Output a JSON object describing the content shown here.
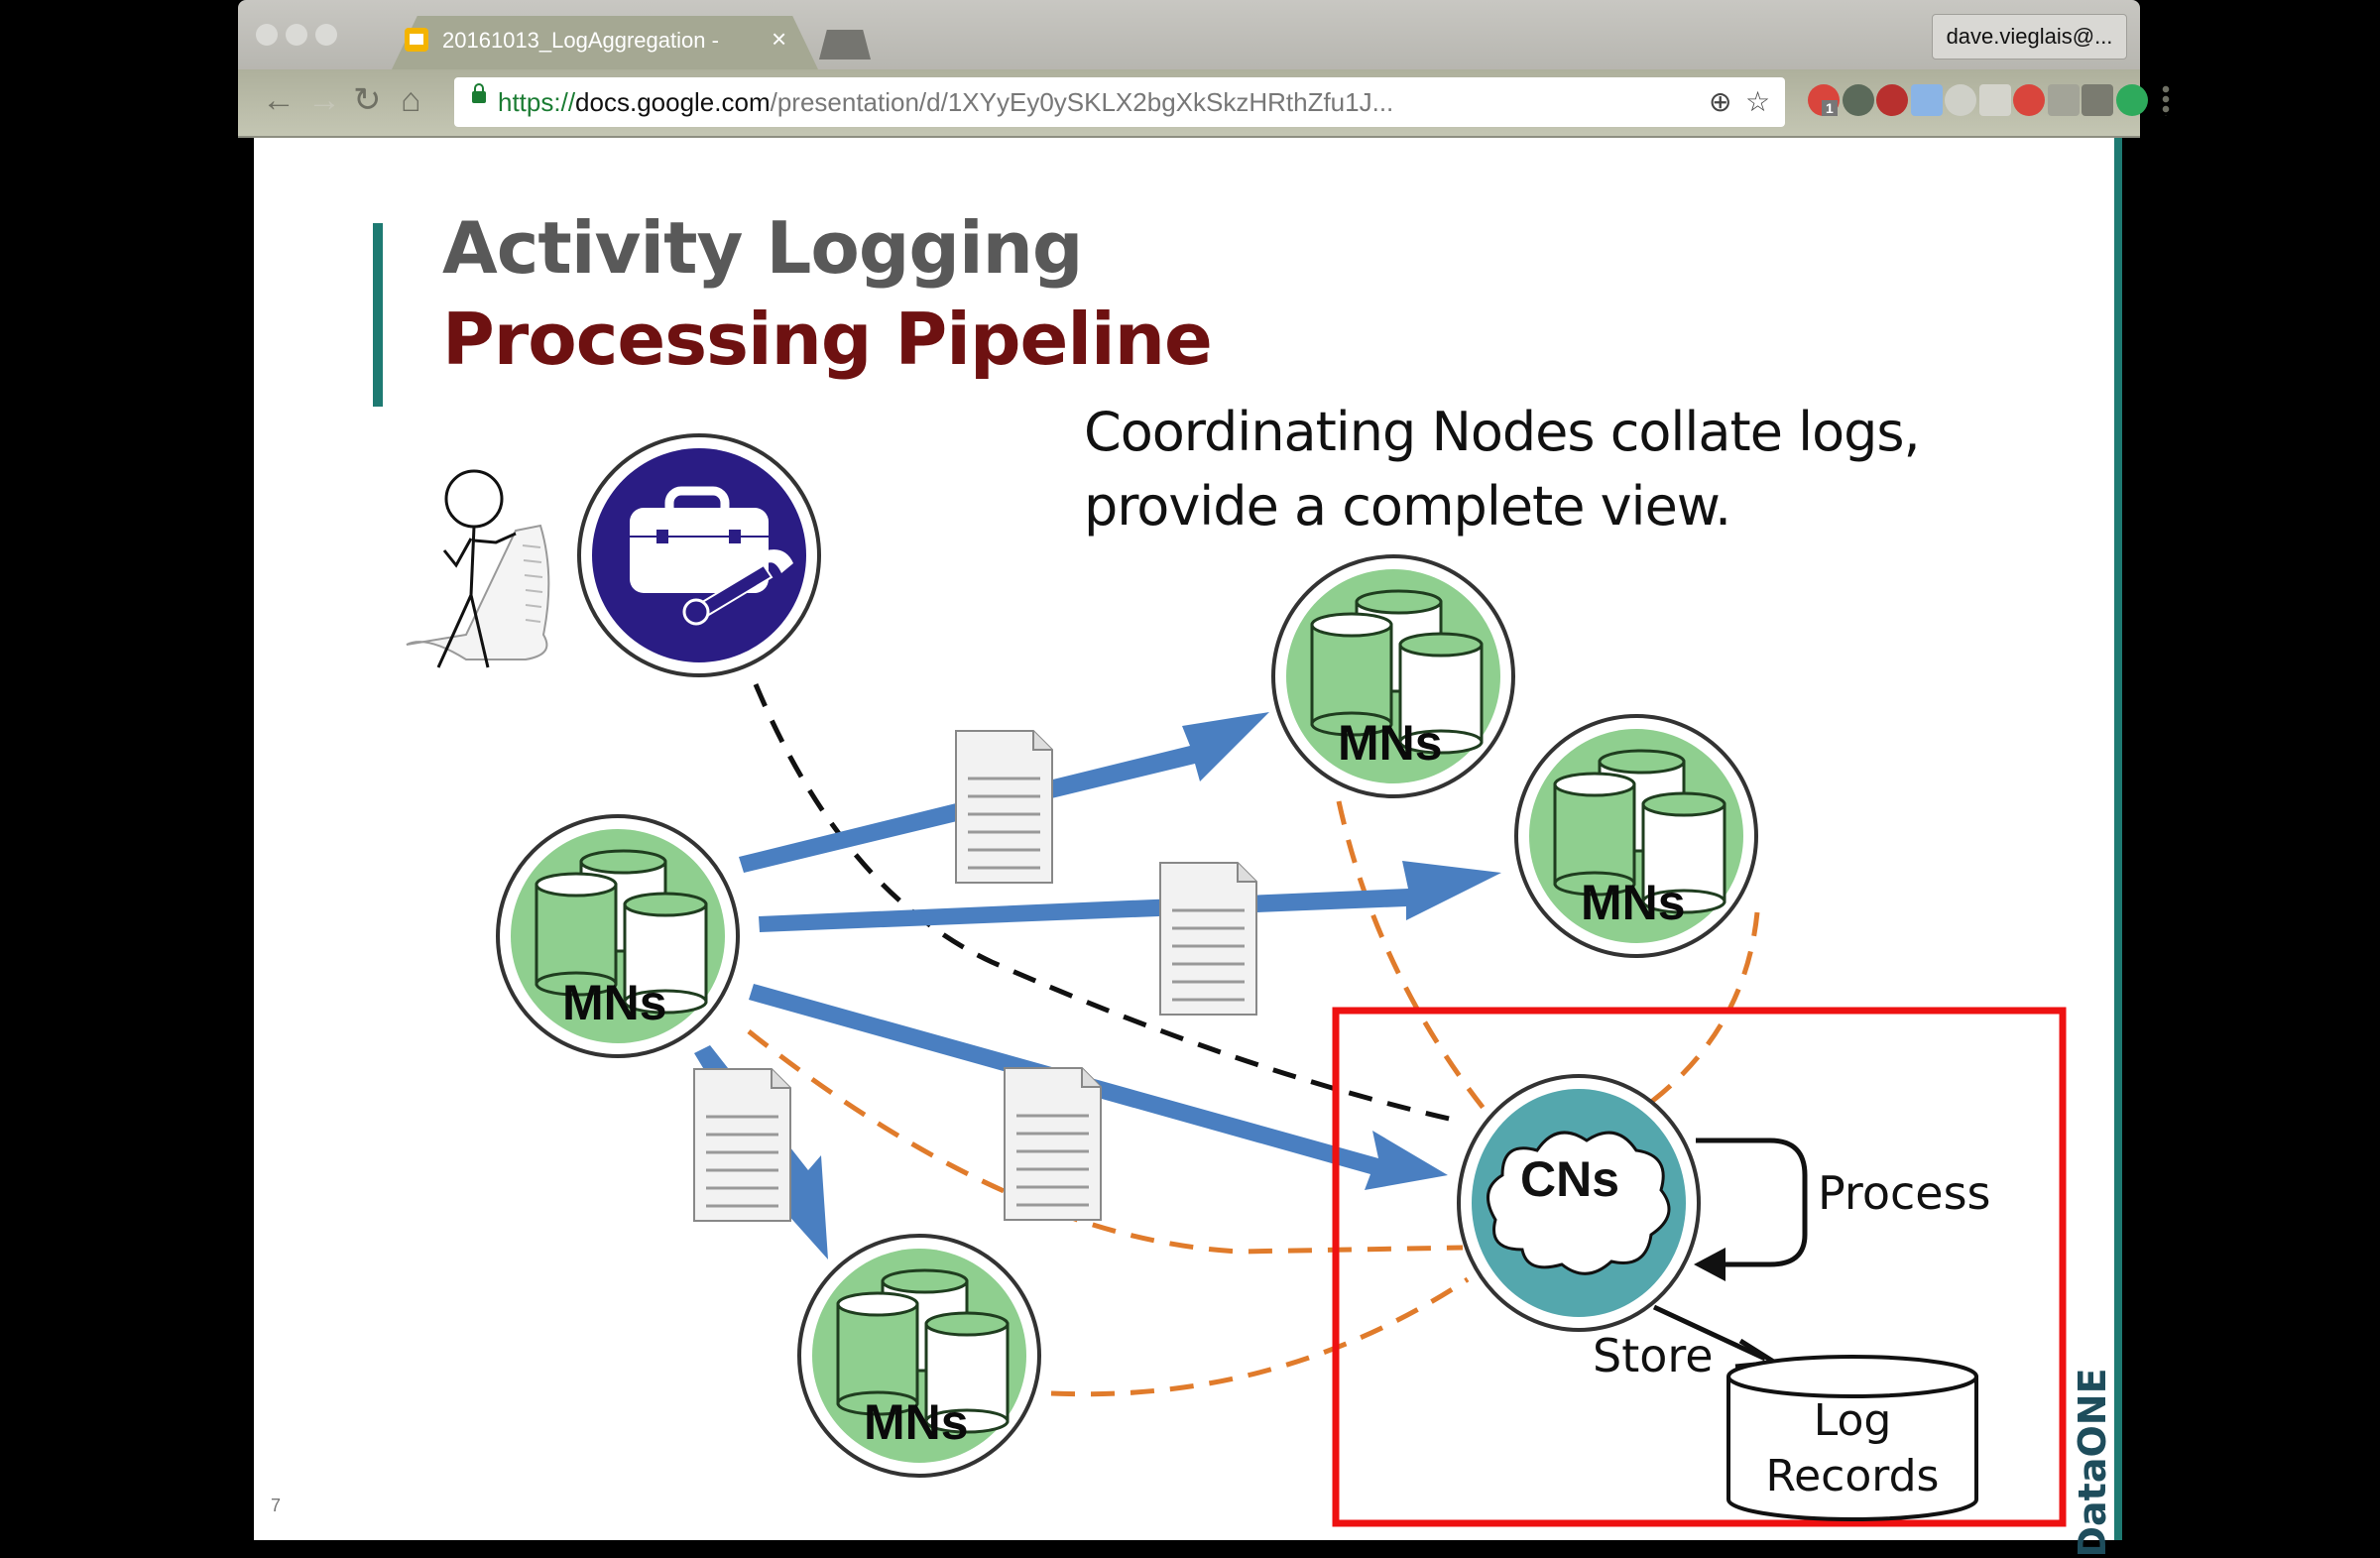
{
  "browser": {
    "tab": {
      "title": "20161013_LogAggregation - ",
      "favicon": "google-slides-icon",
      "close_icon": "close-icon"
    },
    "profile_label": "dave.vieglais@...",
    "nav": {
      "back_icon": "back-arrow-icon",
      "forward_icon": "forward-arrow-icon",
      "reload_icon": "reload-icon",
      "home_icon": "home-icon"
    },
    "url": {
      "scheme": "https://",
      "host": "docs.google.com",
      "path": "/presentation/d/1XYyEy0ySKLX2bgXkSkzHRthZfu1J..."
    },
    "omnibox_icons": [
      "zoom-icon",
      "bookmark-star-icon"
    ],
    "extensions": [
      {
        "name": "extension-red-badge-icon",
        "badge": "1",
        "color": "#d9453c"
      },
      {
        "name": "evernote-icon",
        "color": "#5b6a5a"
      },
      {
        "name": "pocket-armchair-icon",
        "color": "#b8302e"
      },
      {
        "name": "google-docs-icon",
        "color": "#8ab4e6"
      },
      {
        "name": "extension-arrow-icon",
        "color": "#cfd0c8"
      },
      {
        "name": "extension-grey-box-icon",
        "color": "#d4d4cc"
      },
      {
        "name": "extension-red-plug-icon",
        "color": "#d9453c"
      },
      {
        "name": "cast-icon",
        "color": "#a3a498"
      },
      {
        "name": "list-icon",
        "color": "#7a7b70"
      },
      {
        "name": "grammarly-icon",
        "color": "#2eaa5c"
      },
      {
        "name": "menu-kebab-icon",
        "color": "#6f7064"
      }
    ]
  },
  "slide": {
    "title_line1": "Activity Logging",
    "title_line2": "Processing Pipeline",
    "subtitle_line1": "Coordinating Nodes collate logs,",
    "subtitle_line2": "provide a complete view.",
    "slide_number": "7",
    "logo_text": "DataONE",
    "colors": {
      "accent_teal": "#1e7a72",
      "title_gray": "#595959",
      "title_red": "#6e1111",
      "mn_green": "#8fcf8f",
      "cn_teal": "#54a7ad",
      "toolbox_navy": "#2a1c84",
      "arrow_blue": "#4a7fc1",
      "dashed_orange": "#e07b2b",
      "highlight_red": "#ee1111"
    },
    "nodes": {
      "mn_label": "MNs",
      "cn_label": "CNs",
      "toolbox": "toolbox-wrench-icon",
      "user": "stick-figure-reading-logs"
    },
    "cn_box": {
      "process_label": "Process",
      "store_label": "Store",
      "log_records_line1": "Log",
      "log_records_line2": "Records"
    }
  }
}
